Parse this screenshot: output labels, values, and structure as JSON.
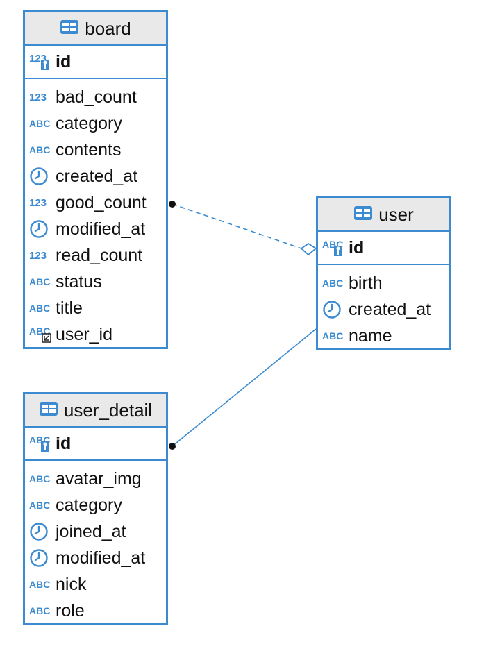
{
  "colors": {
    "accent": "#3c8bd0",
    "header_bg": "#e9e9e9"
  },
  "tables": {
    "board": {
      "title": "board",
      "pk": {
        "name": "id",
        "icon": "number-key-icon"
      },
      "columns": [
        {
          "name": "bad_count",
          "icon": "number-icon"
        },
        {
          "name": "category",
          "icon": "text-icon"
        },
        {
          "name": "contents",
          "icon": "text-icon"
        },
        {
          "name": "created_at",
          "icon": "clock-icon"
        },
        {
          "name": "good_count",
          "icon": "number-icon"
        },
        {
          "name": "modified_at",
          "icon": "clock-icon"
        },
        {
          "name": "read_count",
          "icon": "number-icon"
        },
        {
          "name": "status",
          "icon": "text-icon"
        },
        {
          "name": "title",
          "icon": "text-icon"
        },
        {
          "name": "user_id",
          "icon": "text-foreign-key-icon"
        }
      ]
    },
    "user": {
      "title": "user",
      "pk": {
        "name": "id",
        "icon": "text-key-icon"
      },
      "columns": [
        {
          "name": "birth",
          "icon": "text-icon"
        },
        {
          "name": "created_at",
          "icon": "clock-icon"
        },
        {
          "name": "name",
          "icon": "text-icon"
        }
      ]
    },
    "user_detail": {
      "title": "user_detail",
      "pk": {
        "name": "id",
        "icon": "text-key-icon"
      },
      "columns": [
        {
          "name": "avatar_img",
          "icon": "text-icon"
        },
        {
          "name": "category",
          "icon": "text-icon"
        },
        {
          "name": "joined_at",
          "icon": "clock-icon"
        },
        {
          "name": "modified_at",
          "icon": "clock-icon"
        },
        {
          "name": "nick",
          "icon": "text-icon"
        },
        {
          "name": "role",
          "icon": "text-icon"
        }
      ]
    }
  },
  "relationships": [
    {
      "from": "board",
      "to": "user",
      "style": "dashed",
      "from_end": "dot",
      "to_end": "hollow-diamond"
    },
    {
      "from": "user_detail",
      "to": "user",
      "style": "solid",
      "from_end": "dot",
      "to_end": "none"
    }
  ]
}
